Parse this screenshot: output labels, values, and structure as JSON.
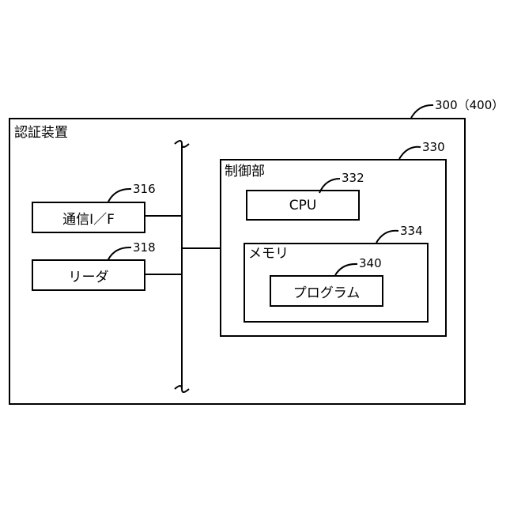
{
  "device": {
    "label": "認証装置",
    "ref": "300（400）"
  },
  "control": {
    "label": "制御部",
    "ref": "330"
  },
  "cpu": {
    "label": "CPU",
    "ref": "332"
  },
  "memory": {
    "label": "メモリ",
    "ref": "334"
  },
  "program": {
    "label": "プログラム",
    "ref": "340"
  },
  "comm": {
    "label": "通信I／F",
    "ref": "316"
  },
  "reader": {
    "label": "リーダ",
    "ref": "318"
  }
}
